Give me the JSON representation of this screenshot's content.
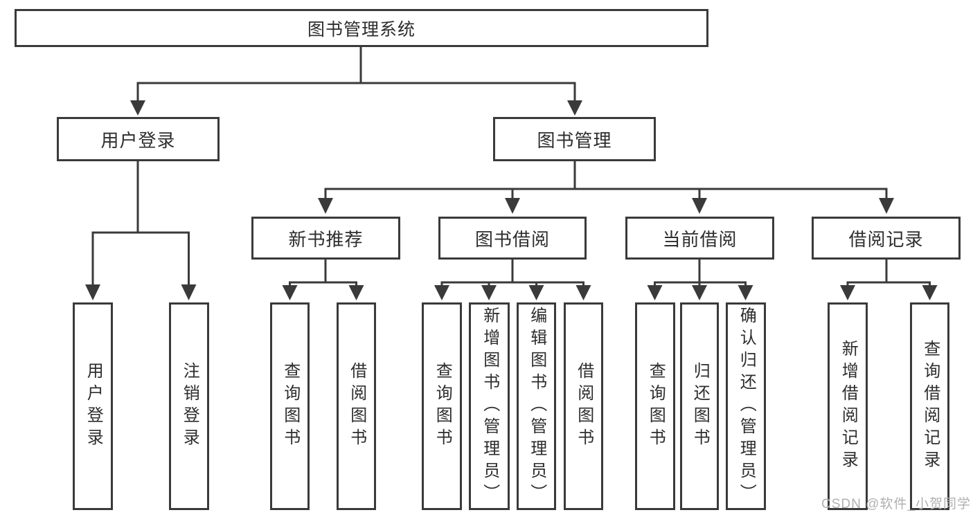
{
  "diagram": {
    "root": "图书管理系统",
    "branches": [
      {
        "label": "用户登录",
        "children": [
          "用户登录",
          "注销登录"
        ]
      },
      {
        "label": "图书管理",
        "children": [
          {
            "label": "新书推荐",
            "children": [
              "查询图书",
              "借阅图书"
            ]
          },
          {
            "label": "图书借阅",
            "children": [
              "查询图书",
              "新增图书（管理员）",
              "编辑图书（管理员）",
              "借阅图书"
            ]
          },
          {
            "label": "当前借阅",
            "children": [
              "查询图书",
              "归还图书",
              "确认归还（管理员）"
            ]
          },
          {
            "label": "借阅记录",
            "children": [
              "新增借阅记录",
              "查询借阅记录"
            ]
          }
        ]
      }
    ],
    "line_color": "#3a3a3a",
    "text_color": "#2d2d2d"
  },
  "watermark": "CSDN @软件_小贺同学"
}
